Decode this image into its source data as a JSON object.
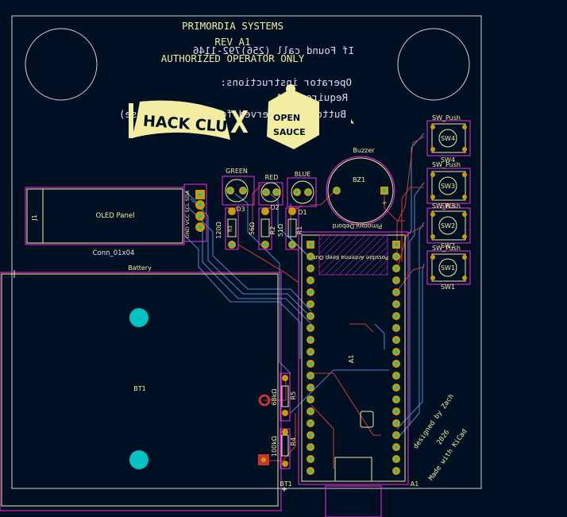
{
  "colors": {
    "background": "#001023",
    "edge_cuts": "#d0d2cd",
    "silkscreen": "#f2eda1",
    "courtyard": "#ff26e2",
    "copper_front": "#c83434",
    "copper_back": "#4d7fc4",
    "pad": "#c89c00",
    "hole": "#00c2c2"
  },
  "silkscreen_text": {
    "line1": "PRIMORDIA SYSTEMS",
    "line2": "REV A1",
    "line3": "AUTHORIZED OPERATOR ONLY",
    "back_found": "If Found call (256)792-1146",
    "back_instructions": "Operator instructions:",
    "back_requires": "Requires AAA",
    "back_buttons": "Buttons: (reserved for future release)"
  },
  "logo": {
    "hackclub": "HACK CLUB",
    "cross": "X",
    "opensauce_top": "OPEN",
    "opensauce_bottom": "SAUCE"
  },
  "components": {
    "oled": {
      "ref": "J1",
      "value": "OLED Panel",
      "footprint": "Conn_01x04",
      "pins": "GND VCC SCL SDA"
    },
    "leds": [
      {
        "ref": "D3",
        "color_label": "GREEN"
      },
      {
        "ref": "D2",
        "color_label": "RED"
      },
      {
        "ref": "D1",
        "color_label": "BLUE"
      }
    ],
    "resistors": [
      {
        "ref": "R3",
        "value": "120Ω"
      },
      {
        "ref": "R2",
        "value": "56Ω"
      },
      {
        "ref": "R1",
        "value": "51Ω"
      },
      {
        "ref": "R5",
        "value": "68kΩ"
      },
      {
        "ref": "R4",
        "value": "100kΩ"
      }
    ],
    "buzzer": {
      "label": "Buzzer",
      "ref": "BZ1",
      "plus": "+"
    },
    "switches": [
      {
        "ref": "SW4",
        "value": "SW_Push"
      },
      {
        "ref": "SW3",
        "value": "SW_Push"
      },
      {
        "ref": "SW2",
        "value": "SW_Push"
      },
      {
        "ref": "SW1",
        "value": "SW_Push"
      }
    ],
    "battery": {
      "ref": "BT1",
      "value": "Battery"
    },
    "mcu": {
      "ref": "A1",
      "fab_ref": "A1",
      "name": "Pimoroni Debord",
      "antenna": "Possible Antenna Keep Out"
    }
  },
  "credits": {
    "line1": "designed by Zach",
    "line2": "2026",
    "line3": "Made with KiCad"
  }
}
